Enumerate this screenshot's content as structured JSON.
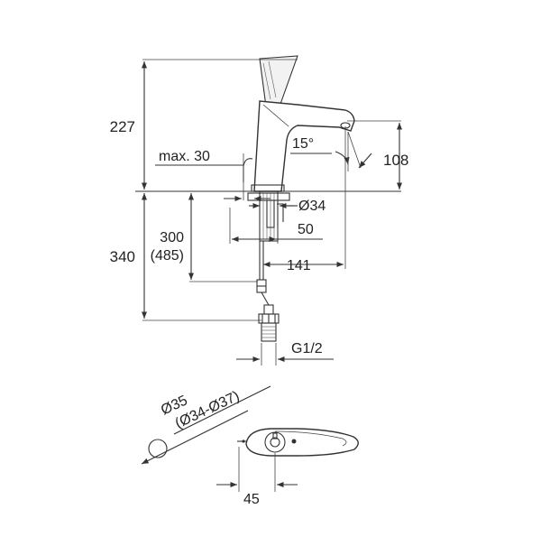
{
  "drawing": {
    "colors": {
      "line": "#333333",
      "background": "#ffffff"
    },
    "side_view": {
      "dim_total_height": "227",
      "dim_lower_height": "340",
      "dim_max_30": "max. 30",
      "dim_angle": "15°",
      "dim_spout_height": "108",
      "dim_diameter_34": "Ø34",
      "dim_50": "50",
      "dim_hose_300": "300",
      "dim_hose_485": "(485)",
      "dim_reach": "141",
      "dim_thread": "G1/2"
    },
    "top_view": {
      "dim_hole_35": "Ø35",
      "dim_hole_range": "(Ø34-Ø37)",
      "dim_45": "45"
    }
  }
}
